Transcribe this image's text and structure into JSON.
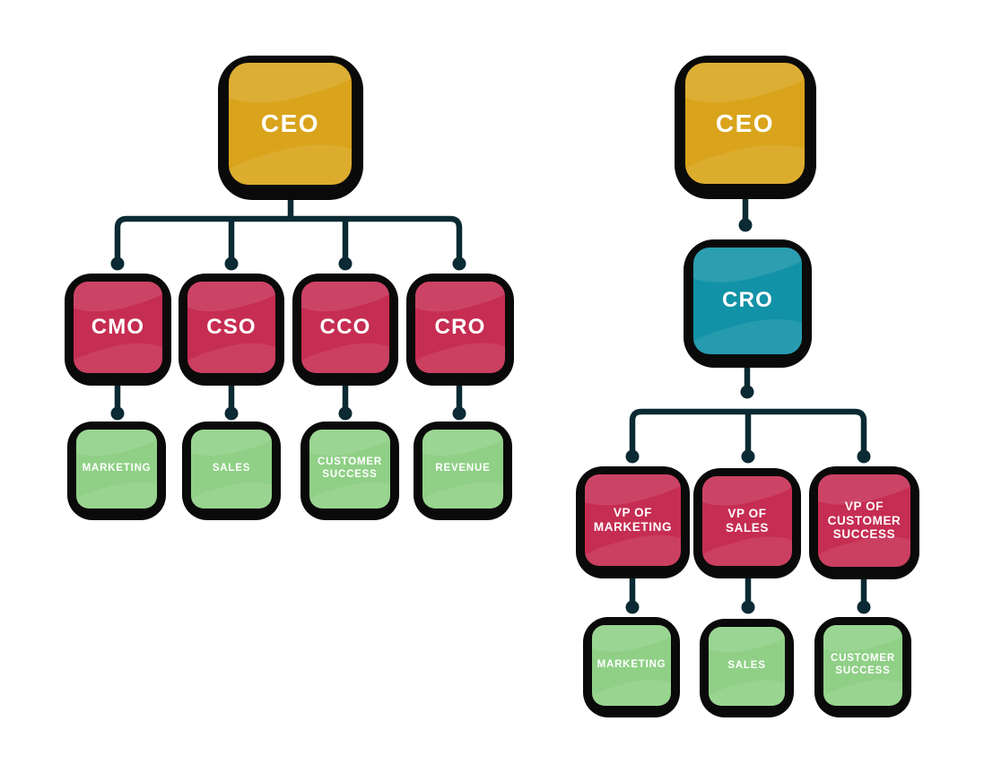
{
  "colors": {
    "background": "#ffffff",
    "gold": "#d9a41b",
    "crimson": "#c62d52",
    "teal": "#1292a7",
    "green": "#8fd086",
    "connector": "#0b2a33",
    "outline": "#0a0a0a"
  },
  "left_chart": {
    "root": {
      "label": "CEO"
    },
    "executives": [
      {
        "label": "CMO"
      },
      {
        "label": "CSO"
      },
      {
        "label": "CCO"
      },
      {
        "label": "CRO"
      }
    ],
    "departments": [
      {
        "label": "MARKETING"
      },
      {
        "label": "SALES"
      },
      {
        "label": "CUSTOMER\nSUCCESS"
      },
      {
        "label": "REVENUE"
      }
    ]
  },
  "right_chart": {
    "root": {
      "label": "CEO"
    },
    "cro": {
      "label": "CRO"
    },
    "vps": [
      {
        "label": "VP OF\nMARKETING"
      },
      {
        "label": "VP OF\nSALES"
      },
      {
        "label": "VP OF\nCUSTOMER\nSUCCESS"
      }
    ],
    "departments": [
      {
        "label": "MARKETING"
      },
      {
        "label": "SALES"
      },
      {
        "label": "CUSTOMER\nSUCCESS"
      }
    ]
  }
}
